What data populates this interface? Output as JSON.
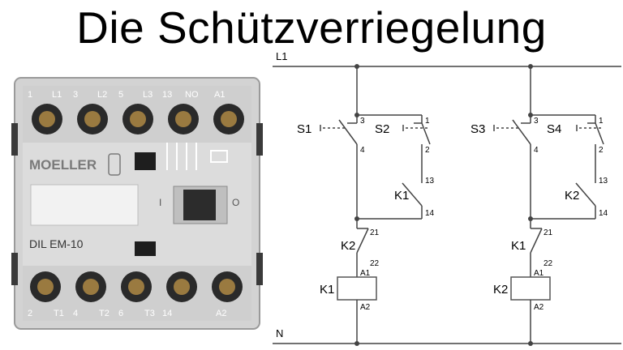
{
  "title": "Die Schützverriegelung",
  "contactor": {
    "brand": "MOELLER",
    "model": "DIL EM-10",
    "top_terminals": [
      "1",
      "L1",
      "3",
      "L2",
      "5",
      "L3",
      "13",
      "NO",
      "A1"
    ],
    "bottom_terminals": [
      "2",
      "T1",
      "4",
      "T2",
      "6",
      "T3",
      "14",
      "A2"
    ],
    "switch_labels": [
      "I",
      "O"
    ]
  },
  "schematic": {
    "rails": {
      "top": "L1",
      "bottom": "N"
    },
    "left": {
      "stop": {
        "name": "S1",
        "top": "3",
        "bottom": "4"
      },
      "start": {
        "name": "S2",
        "top": "1",
        "bottom": "2"
      },
      "holding": {
        "name": "K1",
        "top": "13",
        "bottom": "14"
      },
      "interlock": {
        "name": "K2",
        "top": "21",
        "bottom": "22"
      },
      "coil": {
        "name": "K1",
        "top": "A1",
        "bottom": "A2"
      }
    },
    "right": {
      "stop": {
        "name": "S3",
        "top": "3",
        "bottom": "4"
      },
      "start": {
        "name": "S4",
        "top": "1",
        "bottom": "2"
      },
      "holding": {
        "name": "K2",
        "top": "13",
        "bottom": "14"
      },
      "interlock": {
        "name": "K1",
        "top": "21",
        "bottom": "22"
      },
      "coil": {
        "name": "K2",
        "top": "A1",
        "bottom": "A2"
      }
    }
  }
}
